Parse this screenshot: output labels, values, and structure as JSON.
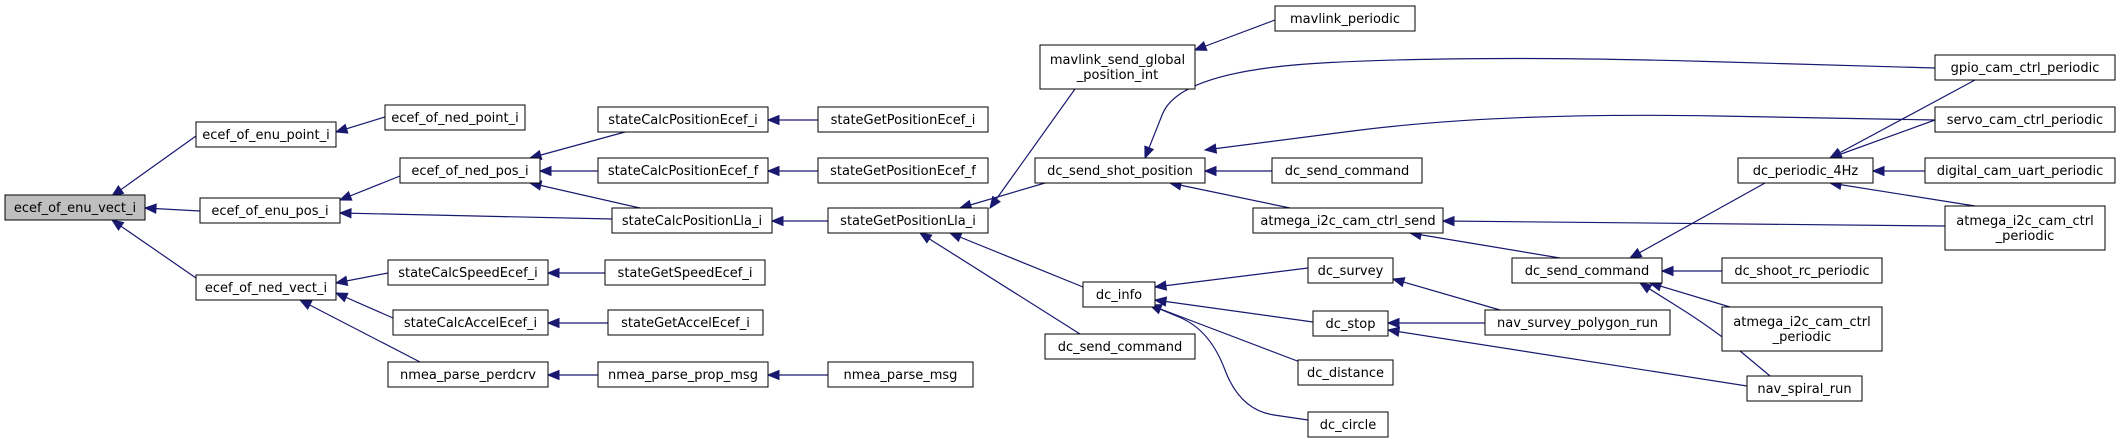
{
  "colors": {
    "edge": "#191970",
    "node_border": "#000000",
    "node_fill": "#ffffff",
    "root_fill": "#bfbfbf"
  },
  "nodes": {
    "n_root": {
      "lines": [
        "ecef_of_enu_vect_i"
      ],
      "root": true
    },
    "n_enu_point": {
      "lines": [
        "ecef_of_enu_point_i"
      ]
    },
    "n_enu_pos": {
      "lines": [
        "ecef_of_enu_pos_i"
      ]
    },
    "n_ned_vect": {
      "lines": [
        "ecef_of_ned_vect_i"
      ]
    },
    "n_ned_point": {
      "lines": [
        "ecef_of_ned_point_i"
      ]
    },
    "n_ned_pos": {
      "lines": [
        "ecef_of_ned_pos_i"
      ]
    },
    "n_scp_ecef_i": {
      "lines": [
        "stateCalcPositionEcef_i"
      ]
    },
    "n_scp_ecef_f": {
      "lines": [
        "stateCalcPositionEcef_f"
      ]
    },
    "n_scp_lla_i": {
      "lines": [
        "stateCalcPositionLla_i"
      ]
    },
    "n_scs_ecef_i": {
      "lines": [
        "stateCalcSpeedEcef_i"
      ]
    },
    "n_sca_ecef_i": {
      "lines": [
        "stateCalcAccelEcef_i"
      ]
    },
    "n_nmea_perdcrv": {
      "lines": [
        "nmea_parse_perdcrv"
      ]
    },
    "n_sgp_ecef_i": {
      "lines": [
        "stateGetPositionEcef_i"
      ]
    },
    "n_sgp_ecef_f": {
      "lines": [
        "stateGetPositionEcef_f"
      ]
    },
    "n_sgp_lla_i": {
      "lines": [
        "stateGetPositionLla_i"
      ]
    },
    "n_sgs_ecef_i": {
      "lines": [
        "stateGetSpeedEcef_i"
      ]
    },
    "n_sga_ecef_i": {
      "lines": [
        "stateGetAccelEcef_i"
      ]
    },
    "n_nmea_prop": {
      "lines": [
        "nmea_parse_prop_msg"
      ]
    },
    "n_nmea_msg": {
      "lines": [
        "nmea_parse_msg"
      ]
    },
    "n_mav_gpi": {
      "lines": [
        "mavlink_send_global",
        "_position_int"
      ]
    },
    "n_mav_periodic": {
      "lines": [
        "mavlink_periodic"
      ]
    },
    "n_dc_ssp": {
      "lines": [
        "dc_send_shot_position"
      ]
    },
    "n_dc_sc_a": {
      "lines": [
        "dc_send_command"
      ]
    },
    "n_atm_send": {
      "lines": [
        "atmega_i2c_cam_ctrl_send"
      ]
    },
    "n_dc_info": {
      "lines": [
        "dc_info"
      ]
    },
    "n_dc_sc_b": {
      "lines": [
        "dc_send_command"
      ]
    },
    "n_dc_survey": {
      "lines": [
        "dc_survey"
      ]
    },
    "n_dc_stop": {
      "lines": [
        "dc_stop"
      ]
    },
    "n_dc_distance": {
      "lines": [
        "dc_distance"
      ]
    },
    "n_dc_circle": {
      "lines": [
        "dc_circle"
      ]
    },
    "n_dc_sc_c": {
      "lines": [
        "dc_send_command"
      ]
    },
    "n_dc_p4hz": {
      "lines": [
        "dc_periodic_4Hz"
      ]
    },
    "n_nav_survey": {
      "lines": [
        "nav_survey_polygon_run"
      ]
    },
    "n_nav_spiral": {
      "lines": [
        "nav_spiral_run"
      ]
    },
    "n_gpio": {
      "lines": [
        "gpio_cam_ctrl_periodic"
      ]
    },
    "n_servo": {
      "lines": [
        "servo_cam_ctrl_periodic"
      ]
    },
    "n_digital": {
      "lines": [
        "digital_cam_uart_periodic"
      ]
    },
    "n_atm_periodic_a": {
      "lines": [
        "atmega_i2c_cam_ctrl",
        "_periodic"
      ]
    },
    "n_shoot_rc": {
      "lines": [
        "dc_shoot_rc_periodic"
      ]
    },
    "n_atm_periodic_b": {
      "lines": [
        "atmega_i2c_cam_ctrl",
        "_periodic"
      ]
    }
  }
}
